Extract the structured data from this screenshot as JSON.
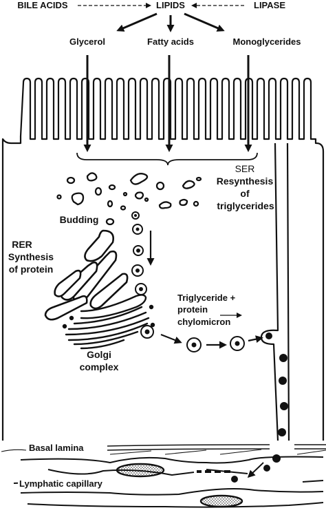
{
  "header": {
    "bile_acids": "BILE ACIDS",
    "lipids": "LIPIDS",
    "lipase": "LIPASE"
  },
  "products": {
    "glycerol": "Glycerol",
    "fatty_acids": "Fatty acids",
    "monoglycerides": "Monoglycerides"
  },
  "labels": {
    "ser_line1": "SER",
    "ser_line2": "Resynthesis",
    "ser_line3": "of",
    "ser_line4": "triglycerides",
    "budding": "Budding",
    "rer_line1": "RER",
    "rer_line2": "Synthesis",
    "rer_line3": "of protein",
    "chylo_line1": "Triglyceride +",
    "chylo_line2": "protein",
    "chylo_line3": "chylomicron",
    "golgi_line1": "Golgi",
    "golgi_line2": "complex",
    "basal_lamina": "Basal lamina",
    "lymphatic_capillary": "Lymphatic capillary"
  },
  "colors": {
    "ink": "#111111",
    "background": "#ffffff"
  }
}
